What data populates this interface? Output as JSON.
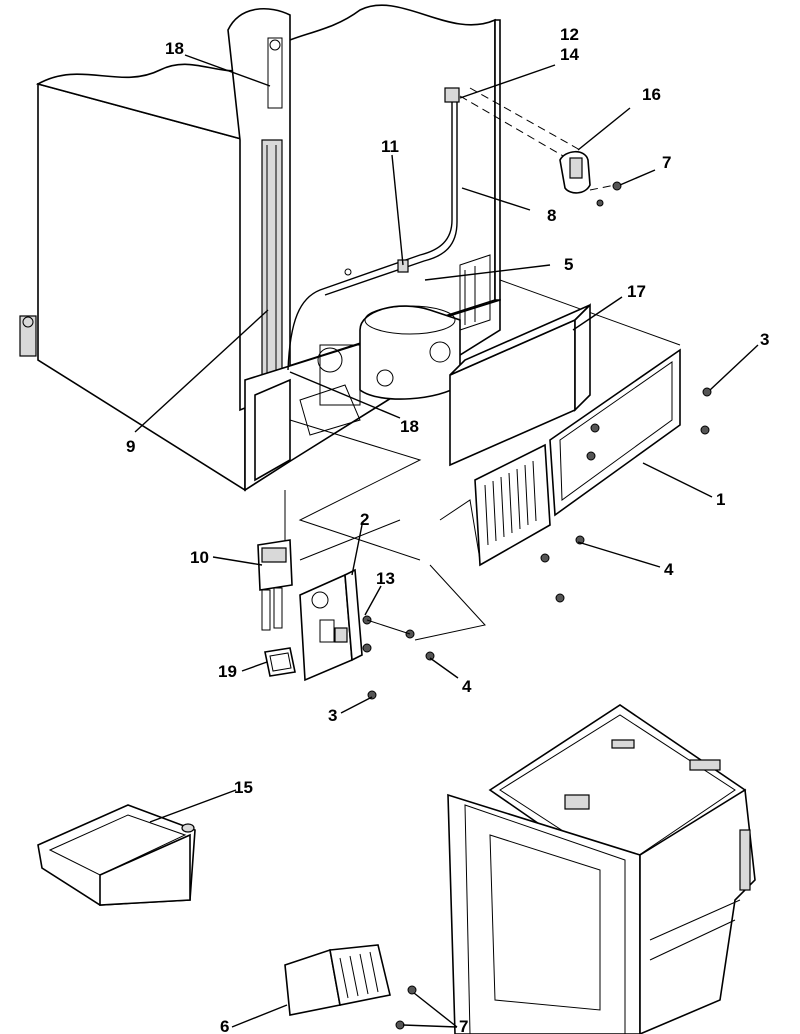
{
  "diagram": {
    "callouts": [
      {
        "id": "c18a",
        "text": "18"
      },
      {
        "id": "c12",
        "text": "12"
      },
      {
        "id": "c14",
        "text": "14"
      },
      {
        "id": "c16",
        "text": "16"
      },
      {
        "id": "c7a",
        "text": "7"
      },
      {
        "id": "c11",
        "text": "11"
      },
      {
        "id": "c8",
        "text": "8"
      },
      {
        "id": "c5",
        "text": "5"
      },
      {
        "id": "c17",
        "text": "17"
      },
      {
        "id": "c3a",
        "text": "3"
      },
      {
        "id": "c9",
        "text": "9"
      },
      {
        "id": "c18b",
        "text": "18"
      },
      {
        "id": "c1",
        "text": "1"
      },
      {
        "id": "c2",
        "text": "2"
      },
      {
        "id": "c10",
        "text": "10"
      },
      {
        "id": "c13",
        "text": "13"
      },
      {
        "id": "c4a",
        "text": "4"
      },
      {
        "id": "c19",
        "text": "19"
      },
      {
        "id": "c4b",
        "text": "4"
      },
      {
        "id": "c3b",
        "text": "3"
      },
      {
        "id": "c15",
        "text": "15"
      },
      {
        "id": "c6",
        "text": "6"
      },
      {
        "id": "c7b",
        "text": "7"
      }
    ]
  }
}
